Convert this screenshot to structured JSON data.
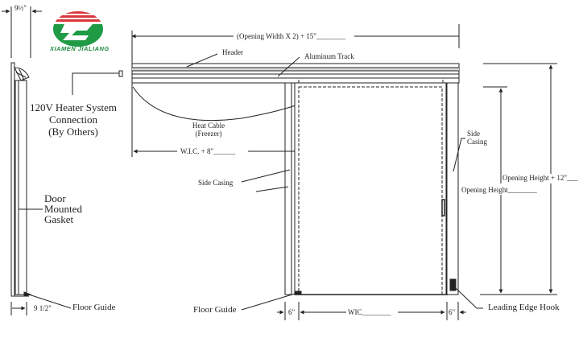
{
  "logo": {
    "company": "XIAMEN JIALIANG",
    "colors": {
      "red": "#d9373b",
      "green": "#1f9a45",
      "dark_green": "#10733a"
    }
  },
  "labels": {
    "top_gap": "9½\"",
    "opening_width": "(Opening Width X 2) + 15\"________",
    "header": "Header",
    "aluminum_track": "Aluminum Track",
    "heater_line1": "120V Heater System",
    "heater_line2": "Connection",
    "heater_line3": "(By Others)",
    "heat_cable_line1": "Heat Cable",
    "heat_cable_line2": "(Freezer)",
    "wic_plus_8": "W.I.C. + 8\"______",
    "side_casing_left": "Side Casing",
    "side_casing_right_line1": "Side",
    "side_casing_right_line2": "Casing",
    "opening_height_plus_12": "Opening Height + 12\"___",
    "opening_height": "Opening Height________",
    "door_line1": "Door",
    "door_line2": "Mounted",
    "door_line3": "Gasket",
    "bottom_gap": "9 1/2\"",
    "floor_guide_left": "Floor Guide",
    "floor_guide_center": "Floor Guide",
    "six_left": "6\"",
    "wic": "WIC________",
    "six_right": "6\"",
    "leading_edge_hook": "Leading Edge Hook"
  },
  "colors": {
    "line": "#222222",
    "track_fill": "#d8d8d8"
  }
}
